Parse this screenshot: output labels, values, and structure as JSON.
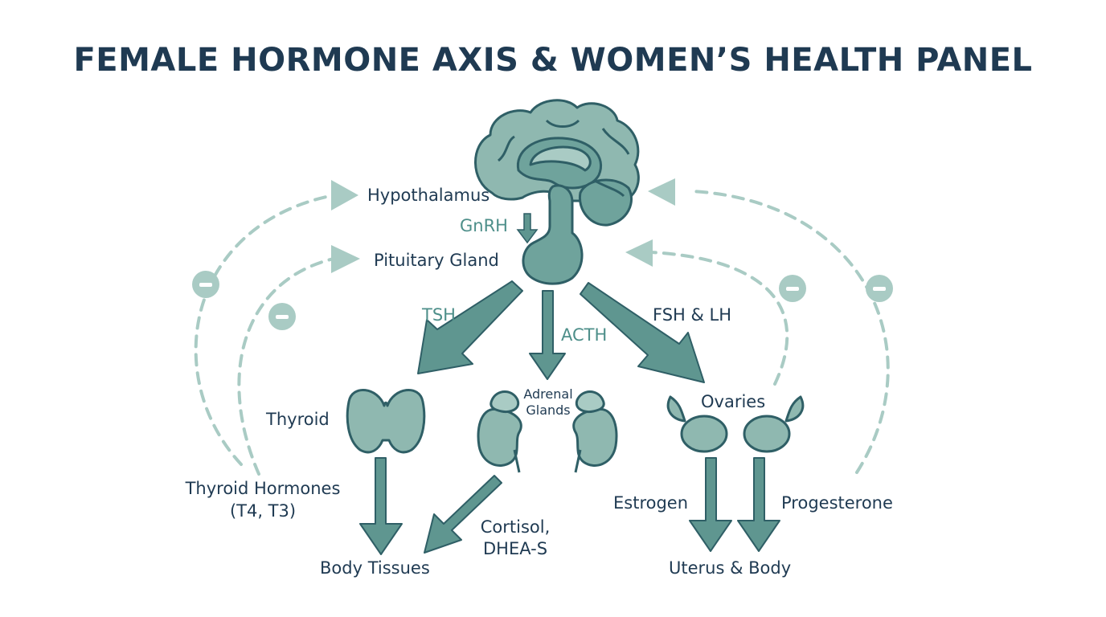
{
  "title": "FEMALE HORMONE AXIS & WOMEN’S HEALTH PANEL",
  "nodes": {
    "hypothalamus": "Hypothalamus",
    "pituitary": "Pituitary Gland",
    "thyroid": "Thyroid",
    "adrenal_line1": "Adrenal",
    "adrenal_line2": "Glands",
    "ovaries": "Ovaries",
    "body_tissues": "Body Tissues",
    "uterus_body": "Uterus & Body"
  },
  "hormones": {
    "gnrh": "GnRH",
    "tsh": "TSH",
    "acth": "ACTH",
    "fsh_lh": "FSH & LH",
    "thyroid_hormones_line1": "Thyroid Hormones",
    "thyroid_hormones_line2": "(T4, T3)",
    "cortisol_line1": "Cortisol,",
    "cortisol_line2": "DHEA-S",
    "estrogen": "Estrogen",
    "progesterone": "Progesterone"
  },
  "icons": {
    "brain": "brain-icon",
    "thyroid": "thyroid-icon",
    "adrenal": "adrenal-kidney-icon",
    "ovary": "ovary-icon",
    "negative_feedback": "minus-icon"
  },
  "colors": {
    "text": "#1f3a52",
    "teal": "#4e8f8a",
    "organ_fill": "#8fb8b0",
    "organ_stroke": "#2f5f66",
    "arrow_fill": "#5f9690",
    "feedback": "#a9cbc4"
  }
}
